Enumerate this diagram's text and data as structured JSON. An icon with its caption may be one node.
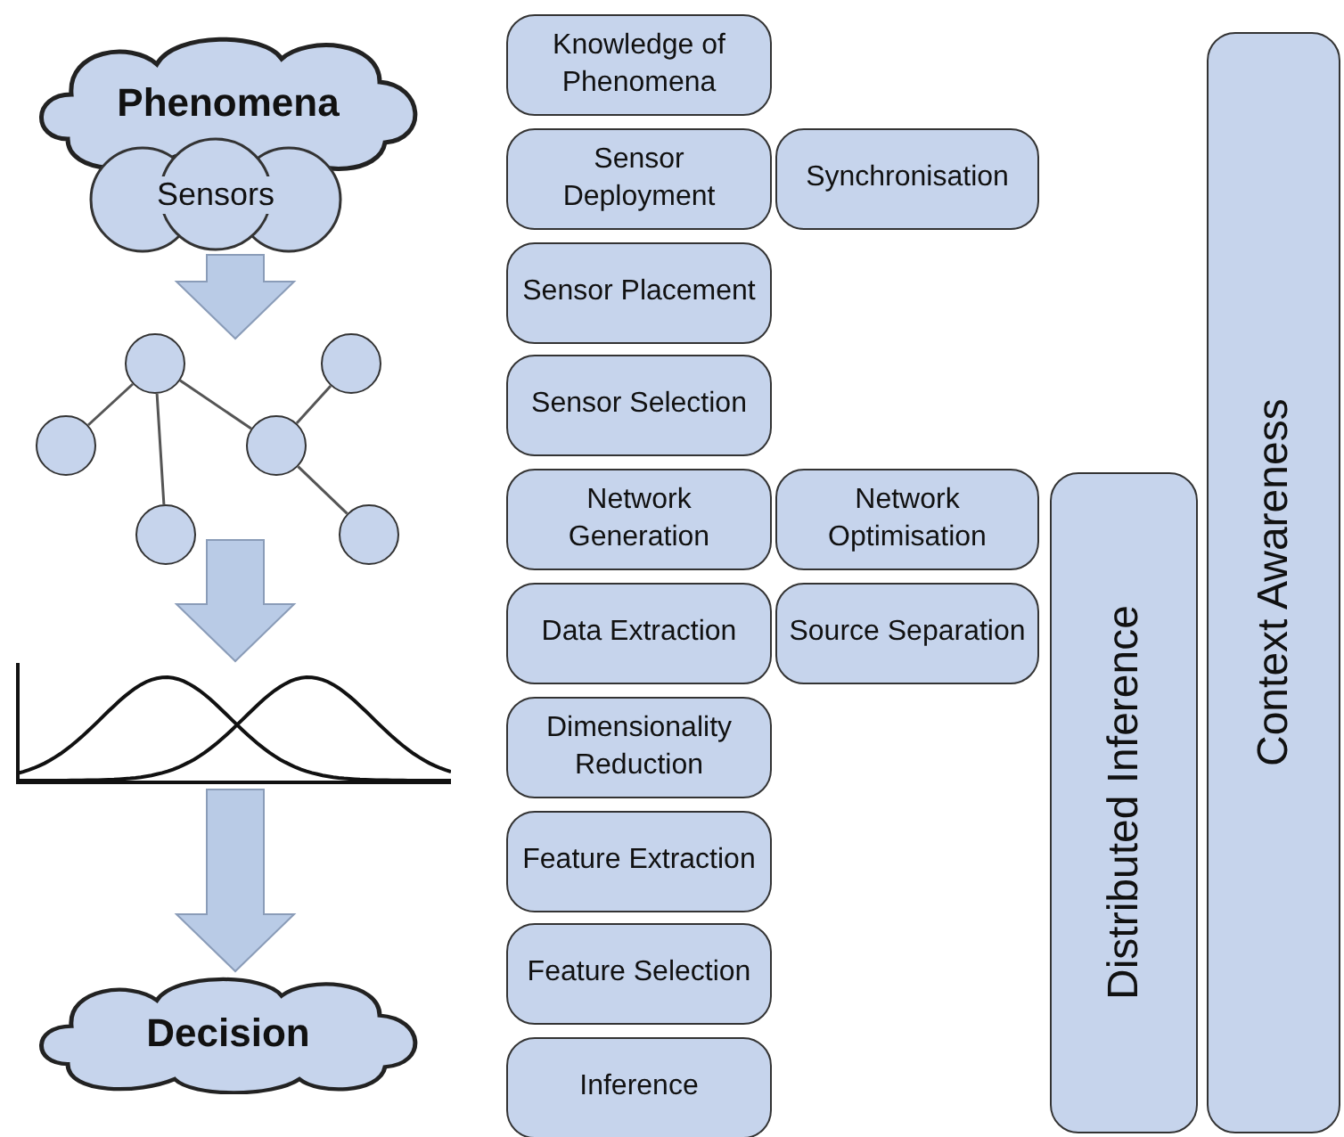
{
  "diagram": {
    "nodes": [
      {
        "text": [
          "Phenomena"
        ]
      },
      {
        "text": [
          "Sensors"
        ]
      },
      {
        "text": [],
        "shape": "circle"
      },
      {
        "text": [],
        "shape": "circle"
      },
      {
        "text": [],
        "shape": "circle"
      },
      {
        "text": [],
        "shape": "circle"
      },
      {
        "text": [],
        "shape": "circle"
      },
      {
        "text": [],
        "shape": "circle"
      },
      {
        "text": [],
        "shape": "picture"
      },
      {
        "text": [
          "Decision"
        ]
      },
      {
        "text": [
          "Knowledge of Phenomena"
        ]
      },
      {
        "text": [
          "Context Awareness"
        ]
      },
      {
        "text": [
          "Sensor Deployment"
        ]
      },
      {
        "text": [
          "Synchronisation"
        ]
      },
      {
        "text": [
          "Sensor Placement"
        ]
      },
      {
        "text": [
          "Sensor Selection"
        ]
      },
      {
        "text": [
          "Network Generation"
        ]
      },
      {
        "text": [
          "Network Optimisation"
        ]
      },
      {
        "text": [
          "Distributed Inference"
        ]
      },
      {
        "text": [
          "Data Extraction"
        ]
      },
      {
        "text": [
          "Source Separation"
        ]
      },
      {
        "text": [
          "Dimensionality Reduction"
        ]
      },
      {
        "text": [
          "Feature Extraction"
        ]
      },
      {
        "text": [
          "Feature Selection"
        ]
      },
      {
        "text": [
          "Inference"
        ]
      }
    ],
    "edges": [
      {
        "from": 2,
        "to": 4,
        "arrow": "none"
      },
      {
        "from": 2,
        "to": 5,
        "arrow": "none"
      },
      {
        "from": 2,
        "to": 6,
        "arrow": "none"
      },
      {
        "from": 3,
        "to": 5,
        "arrow": "none"
      },
      {
        "from": 5,
        "to": 7,
        "arrow": "none"
      },
      {
        "from": 1,
        "to": null,
        "arrow": "to",
        "style": "thick",
        "color": "#b9cbe6"
      },
      {
        "from": null,
        "to": 8,
        "arrow": "to",
        "style": "thick",
        "color": "#b9cbe6"
      },
      {
        "from": 8,
        "to": 9,
        "arrow": "to",
        "style": "thick",
        "color": "#b9cbe6"
      }
    ]
  }
}
